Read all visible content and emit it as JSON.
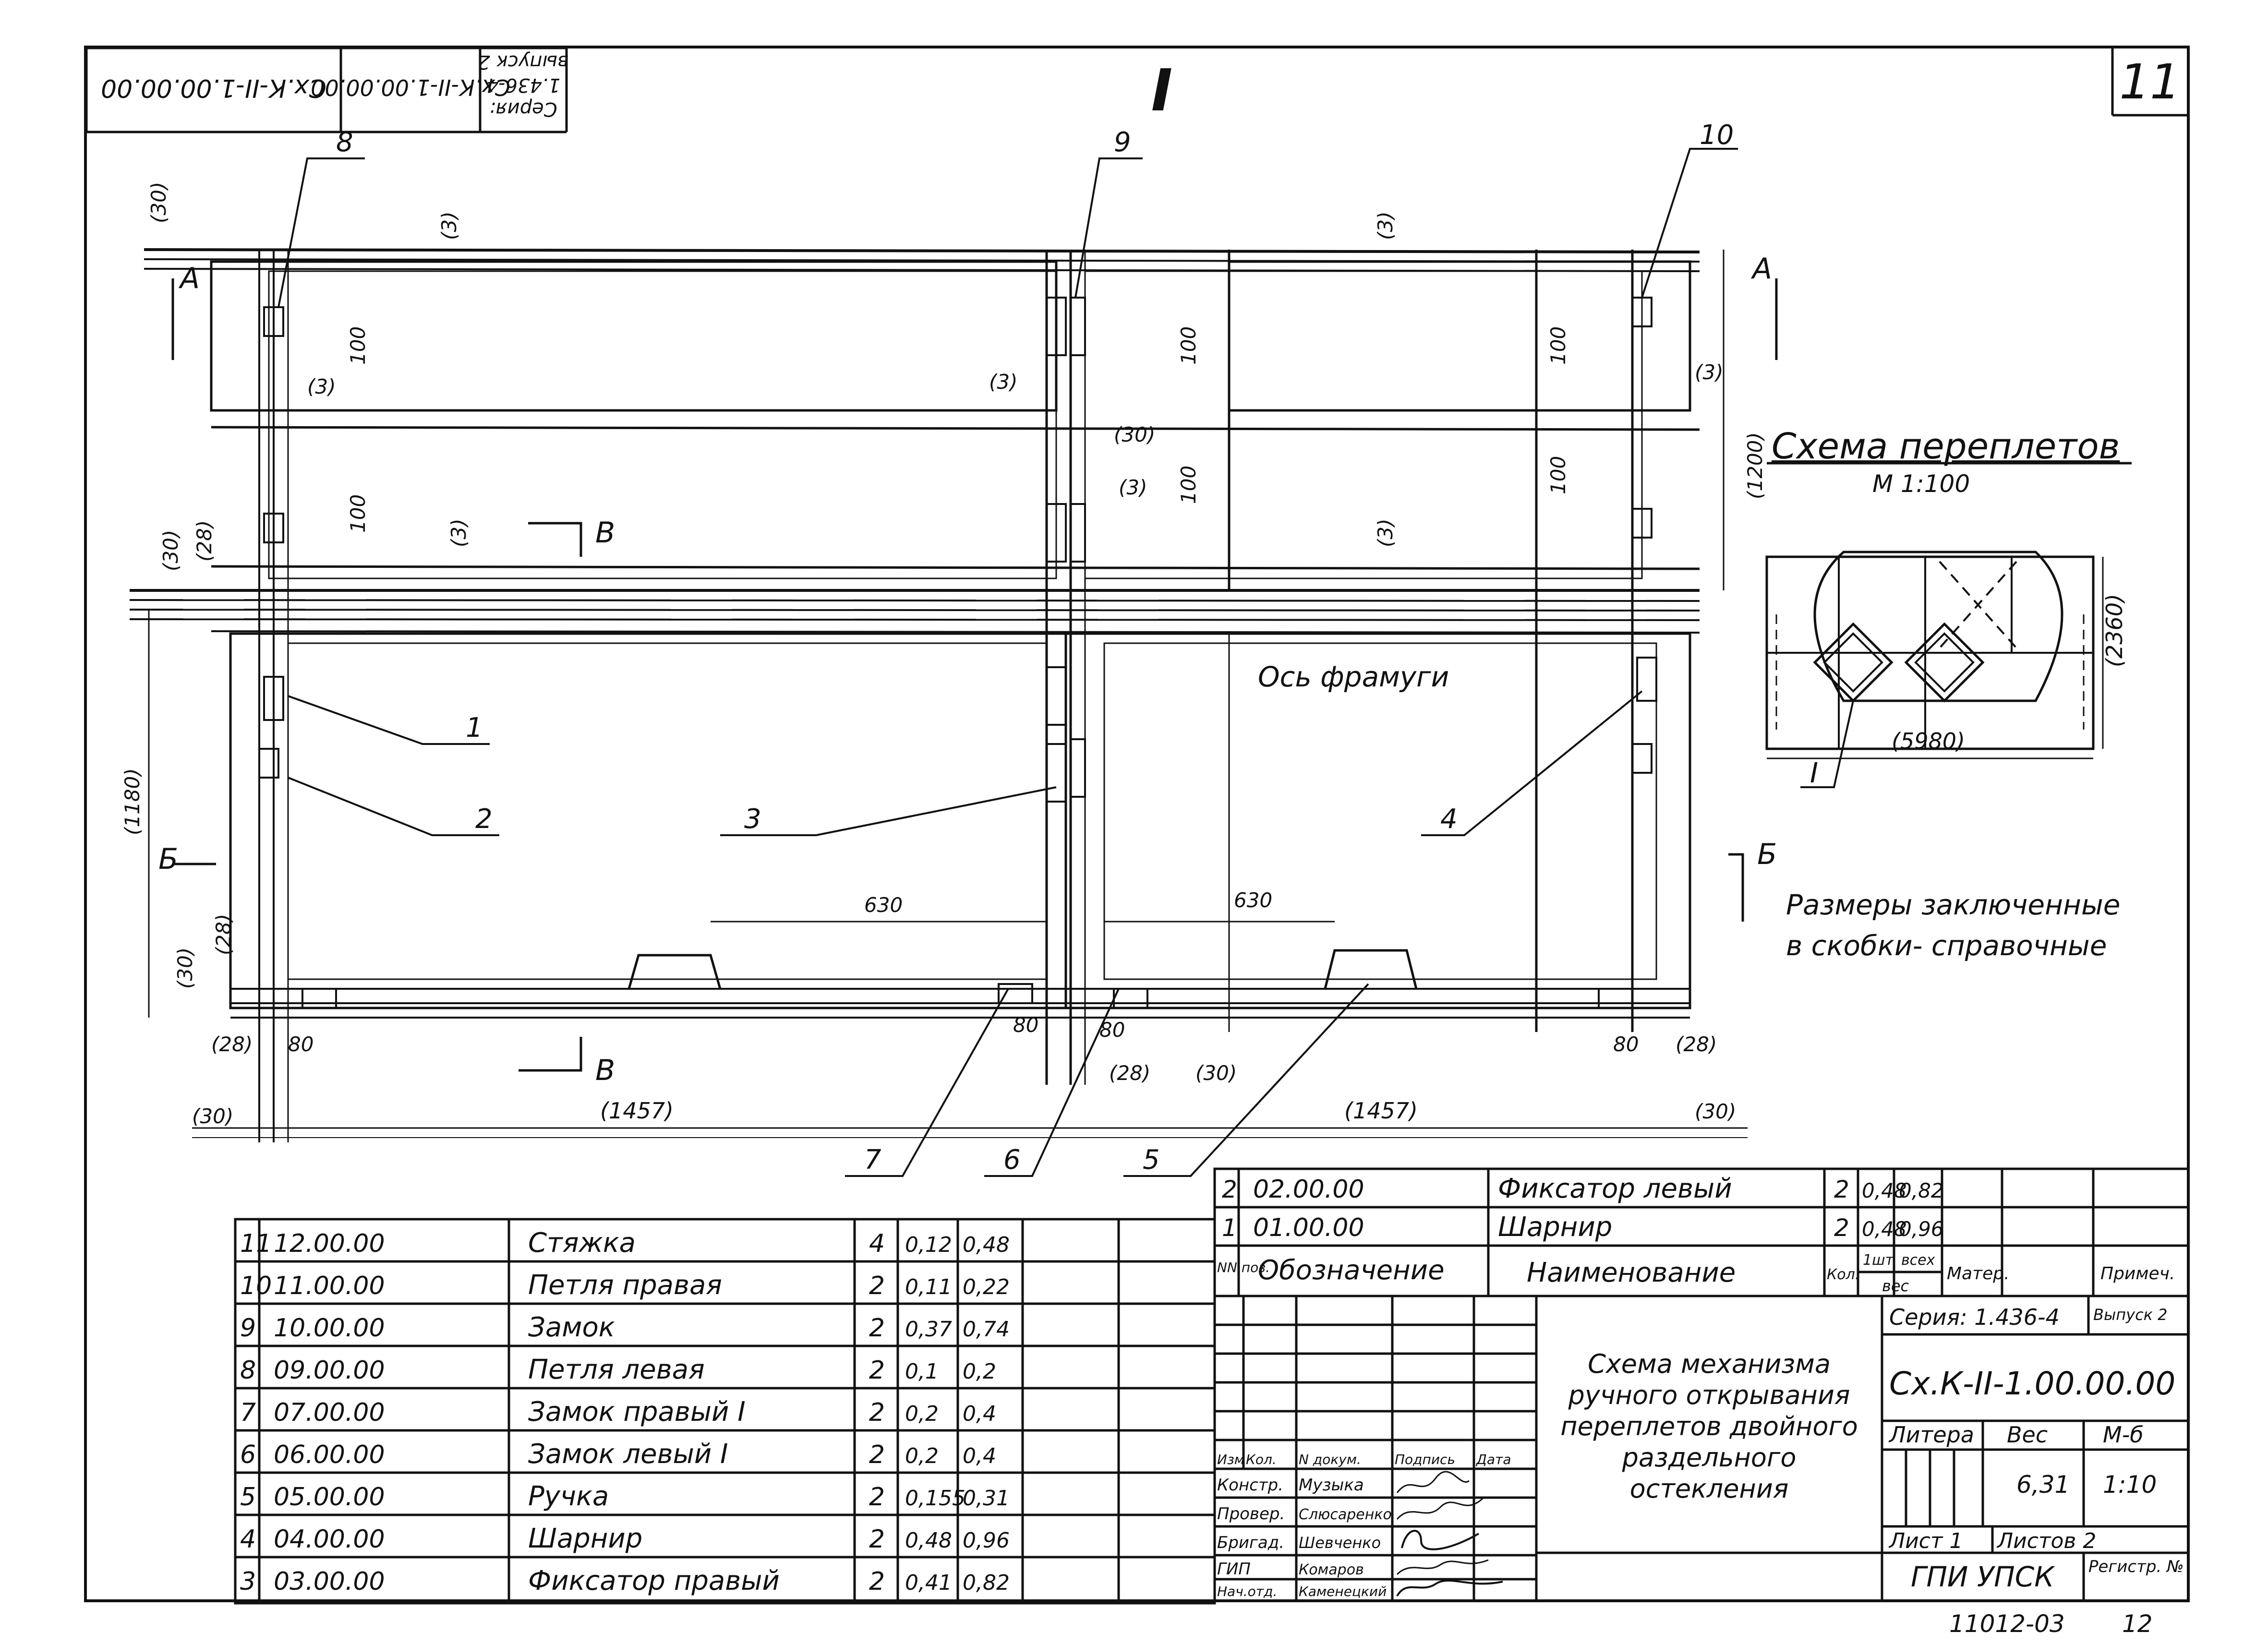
{
  "stamp": {
    "code": "Сх.К-II-1.00.00.00",
    "series_label": "Серия:",
    "series": "1.436-4",
    "issue": "выпуск 2"
  },
  "sheet_number": "11",
  "view_label": "I",
  "scheme": {
    "title": "Схема переплетов",
    "scale": "М 1:100",
    "dim_height": "(2360)",
    "dim_width": "(5980)",
    "view_mark": "I"
  },
  "note": {
    "line1": "Размеры заключенные",
    "line2": "в скобки- справочные"
  },
  "drawing": {
    "axis_label": "Ось фрамуги",
    "section_a": "А",
    "section_b": "Б",
    "section_v": "В",
    "callouts": [
      "1",
      "2",
      "3",
      "4",
      "5",
      "6",
      "7",
      "8",
      "9",
      "10"
    ],
    "dims": {
      "d30": "(30)",
      "d3": "(3)",
      "d100": "100",
      "d1200": "(1200)",
      "d1180": "(1180)",
      "d630": "630",
      "d80": "80",
      "d28": "(28)",
      "d1457": "(1457)"
    }
  },
  "parts_left": {
    "rows": [
      {
        "pos": "11",
        "code": "12.00.00",
        "name": "Стяжка",
        "qty": "4",
        "w1": "0,12",
        "w2": "0,48"
      },
      {
        "pos": "10",
        "code": "11.00.00",
        "name": "Петля правая",
        "qty": "2",
        "w1": "0,11",
        "w2": "0,22"
      },
      {
        "pos": "9",
        "code": "10.00.00",
        "name": "Замок",
        "qty": "2",
        "w1": "0,37",
        "w2": "0,74"
      },
      {
        "pos": "8",
        "code": "09.00.00",
        "name": "Петля левая",
        "qty": "2",
        "w1": "0,1",
        "w2": "0,2"
      },
      {
        "pos": "7",
        "code": "07.00.00",
        "name": "Замок правый I",
        "qty": "2",
        "w1": "0,2",
        "w2": "0,4"
      },
      {
        "pos": "6",
        "code": "06.00.00",
        "name": "Замок левый I",
        "qty": "2",
        "w1": "0,2",
        "w2": "0,4"
      },
      {
        "pos": "5",
        "code": "05.00.00",
        "name": "Ручка",
        "qty": "2",
        "w1": "0,155",
        "w2": "0,31"
      },
      {
        "pos": "4",
        "code": "04.00.00",
        "name": "Шарнир",
        "qty": "2",
        "w1": "0,48",
        "w2": "0,96"
      },
      {
        "pos": "3",
        "code": "03.00.00",
        "name": "Фиксатор правый",
        "qty": "2",
        "w1": "0,41",
        "w2": "0,82"
      }
    ]
  },
  "parts_right": {
    "rows": [
      {
        "pos": "2",
        "code": "02.00.00",
        "name": "Фиксатор левый",
        "qty": "2",
        "w1": "0,48",
        "w2": "0,82"
      },
      {
        "pos": "1",
        "code": "01.00.00",
        "name": "Шарнир",
        "qty": "2",
        "w1": "0,48",
        "w2": "0,96"
      }
    ],
    "header": {
      "pos": "NN поз.",
      "code": "Обозначение",
      "name": "Наименование",
      "qty": "Кол.",
      "w1": "1шт",
      "w2": "всех",
      "weight": "вес",
      "material": "Матер.",
      "note": "Примеч."
    }
  },
  "title_block": {
    "series": "Серия: 1.436-4",
    "issue": "Выпуск 2",
    "title_lines": [
      "Схема механизма",
      "ручного открывания",
      "переплетов двойного",
      "раздельного",
      "остекления"
    ],
    "code": "Сх.К-II-1.00.00.00",
    "litera_label": "Литера",
    "weight_label": "Вес",
    "scale_label": "М-б",
    "weight": "6,31",
    "scale": "1:10",
    "sheet": "Лист 1",
    "sheets": "Листов 2",
    "org": "ГПИ УПСК",
    "reg": "Регистр. №",
    "rev_header": [
      "Изм",
      "Кол.",
      "N докум.",
      "Подпись",
      "Дата"
    ],
    "roles": [
      {
        "role": "Констр.",
        "name": "Музыка"
      },
      {
        "role": "Провер.",
        "name": "Слюсаренко"
      },
      {
        "role": "Бригад.",
        "name": "Шевченко"
      },
      {
        "role": "ГИП",
        "name": "Комаров"
      },
      {
        "role": "Нач.отд.",
        "name": "Каменецкий"
      }
    ]
  },
  "footer": {
    "code": "11012-03",
    "page": "12"
  }
}
